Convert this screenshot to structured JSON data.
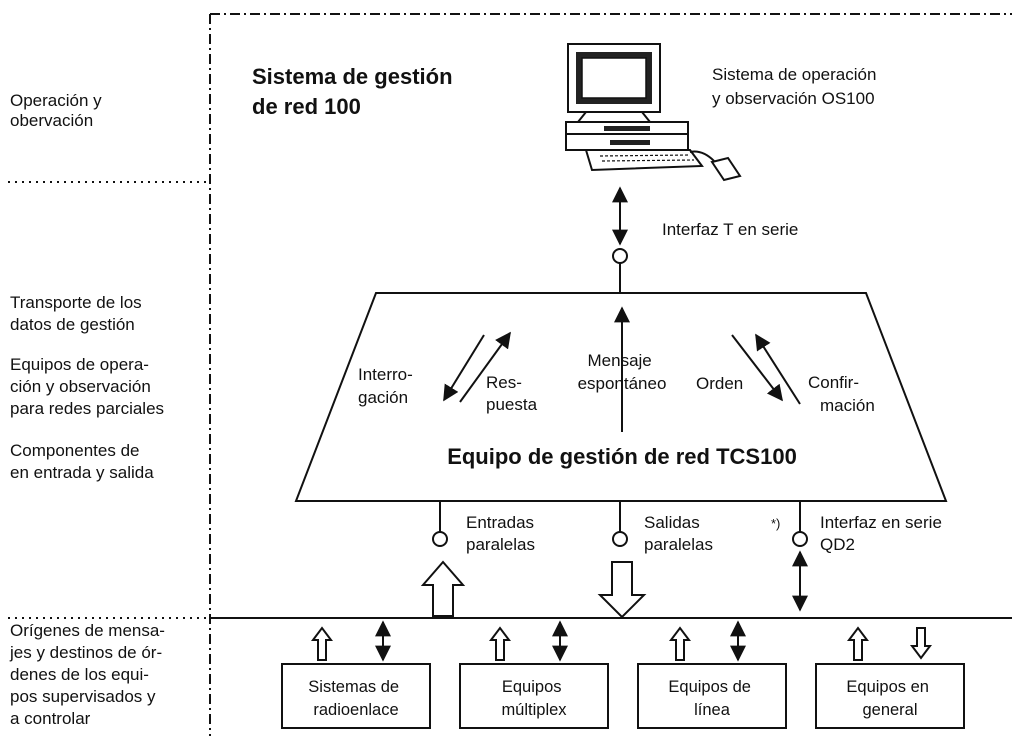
{
  "left_labels": {
    "operation": [
      "Operación y",
      "obervación"
    ],
    "transport": [
      "Transporte de los",
      "datos de gestión"
    ],
    "partial": [
      "Equipos de opera-",
      "ción y observación",
      "para redes parciales"
    ],
    "components": [
      "Componentes de",
      "en entrada y salida"
    ],
    "origins": [
      "Orígenes de mensa-",
      "jes y destinos de ór-",
      "denes de los equi-",
      "pos supervisados y",
      "a controlar"
    ]
  },
  "system_title": [
    "Sistema de gestión",
    "de red 100"
  ],
  "os_label": [
    "Sistema de operación",
    "y observación OS100"
  ],
  "interface_t": "Interfaz T en serie",
  "tcs": {
    "title": "Equipo de gestión de red TCS100",
    "interrogacion": [
      "Interro-",
      "gación"
    ],
    "respuesta": [
      "Res-",
      "puesta"
    ],
    "mensaje": [
      "Mensaje",
      "espontáneo"
    ],
    "orden": "Orden",
    "confirmacion": [
      "Confir-",
      "mación"
    ]
  },
  "ports": {
    "entradas": [
      "Entradas",
      "paralelas"
    ],
    "salidas": [
      "Salidas",
      "paralelas"
    ],
    "note_mark": "*)",
    "interfaz_qd2": [
      "Interfaz en serie",
      "QD2"
    ]
  },
  "boxes": [
    [
      "Sistemas de",
      "radioenlace"
    ],
    [
      "Equipos",
      "múltiplex"
    ],
    [
      "Equipos de",
      "línea"
    ],
    [
      "Equipos en",
      "general"
    ]
  ]
}
